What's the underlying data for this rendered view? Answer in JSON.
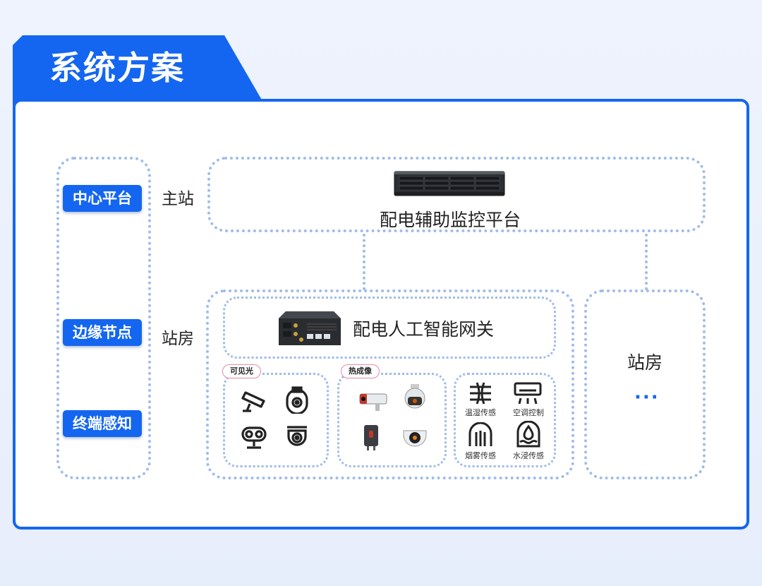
{
  "header": {
    "title": "系统方案"
  },
  "layers": {
    "center": "中心平台",
    "edge": "边缘节点",
    "terminal": "终端感知"
  },
  "sites": {
    "main": "主站",
    "station": "站房",
    "station_right": "站房",
    "ellipsis": "···"
  },
  "platform": {
    "label": "配电辅助监控平台"
  },
  "gateway": {
    "label": "配电人工智能网关"
  },
  "groups": {
    "visible": "可见光",
    "thermal": "热成像"
  },
  "sensors": {
    "temp_humidity": "温湿传感",
    "ac_control": "空调控制",
    "smoke": "烟雾传感",
    "water": "水浸传感"
  },
  "colors": {
    "accent": "#1466f0",
    "dot_border": "#9fbce8"
  }
}
